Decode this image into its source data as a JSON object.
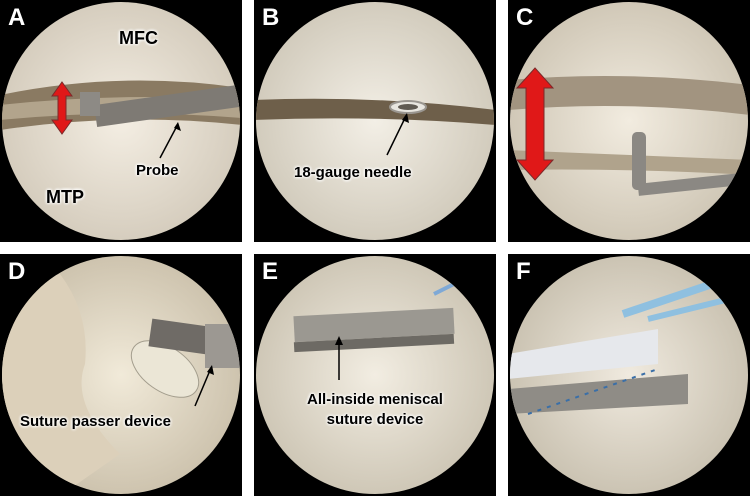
{
  "panels": [
    {
      "letter": "A",
      "labels": {
        "mfc": "MFC",
        "mtp": "MTP",
        "probe": "Probe"
      }
    },
    {
      "letter": "B",
      "labels": {
        "needle": "18-gauge needle"
      }
    },
    {
      "letter": "C"
    },
    {
      "letter": "D",
      "labels": {
        "suture_passer": "Suture passer device"
      }
    },
    {
      "letter": "E",
      "labels": {
        "line1": "All-inside meniscal",
        "line2": "suture device"
      }
    },
    {
      "letter": "F"
    }
  ]
}
